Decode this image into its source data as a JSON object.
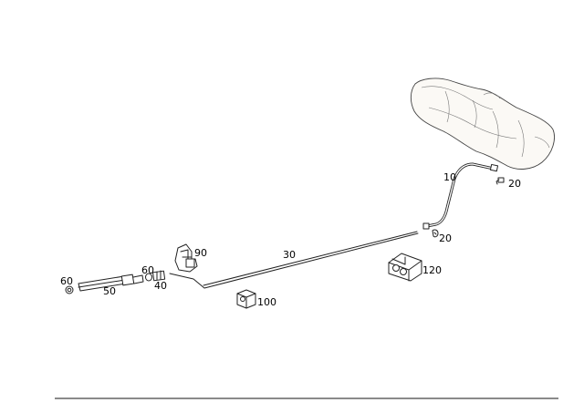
{
  "callouts": {
    "c10": "10",
    "c20a": "20",
    "c20b": "20",
    "c30": "30",
    "c40": "40",
    "c50": "50",
    "c60a": "60",
    "c60b": "60",
    "c90": "90",
    "c100": "100",
    "c120": "120"
  }
}
